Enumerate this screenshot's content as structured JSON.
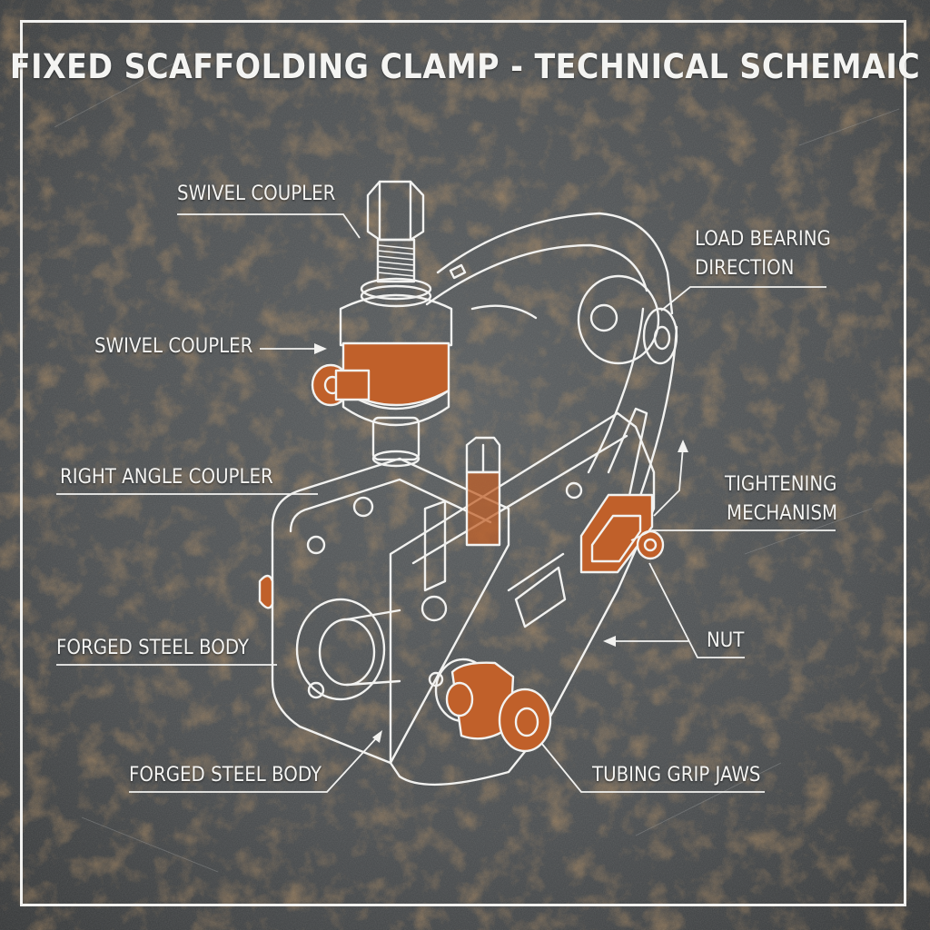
{
  "title": "FIXED SCAFFOLDING CLAMP - TECHNICAL SCHEMAIC",
  "callouts": {
    "swivel_coupler_top": "SWIVEL COUPLER",
    "swivel_coupler_mid": "SWIVEL COUPLER",
    "right_angle_coupler": "RIGHT ANGLE COUPLER",
    "forged_steel_body_upper": "FORGED STEEL BODY",
    "forged_steel_body_lower": "FORGED STEEL BODY",
    "load_bearing_line1": "LOAD BEARING",
    "load_bearing_line2": "DIRECTION",
    "tightening_line1": "TIGHTENING",
    "tightening_line2": "MECHANISM",
    "nut": "NUT",
    "tubing_grip_jaws": "TUBING GRIP JAWS"
  },
  "colors": {
    "background": "#4a4d4f",
    "linework": "#f2f2f0",
    "accent_copper": "#c0602a",
    "rust": "#7a4a22"
  }
}
